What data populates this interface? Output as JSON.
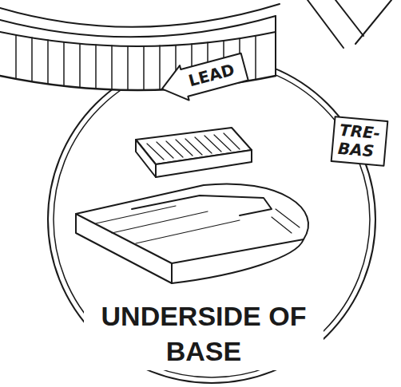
{
  "diagram": {
    "nodes": [
      {
        "text": [
          "LEAD"
        ]
      },
      {
        "text": [
          "TRE- BAS"
        ]
      }
    ],
    "labels": [
      "UNDERSIDE OF BASE"
    ]
  }
}
